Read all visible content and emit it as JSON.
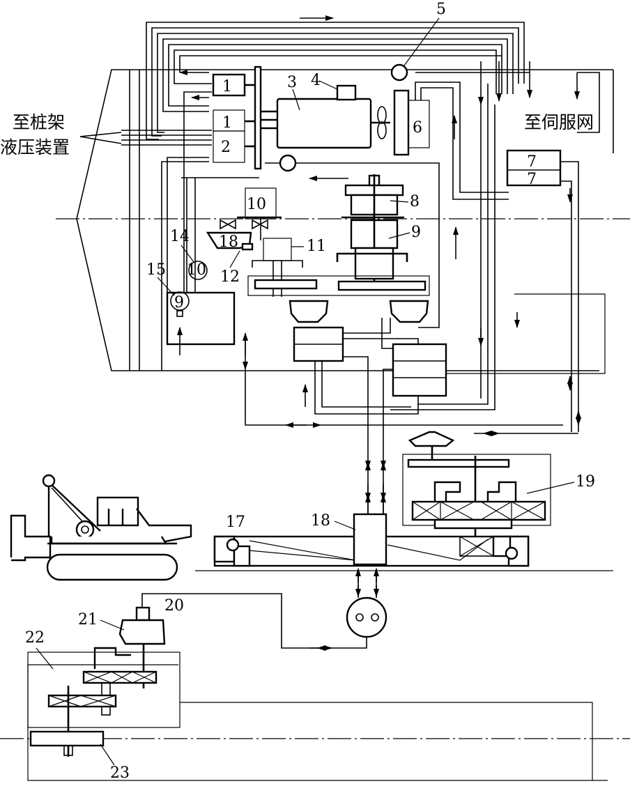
{
  "labels": {
    "pile_frame": [
      "至桩架",
      "液压装置"
    ],
    "servo": "至伺服网"
  },
  "numbers": {
    "n1a": "1",
    "n1b": "1",
    "n2": "2",
    "n3": "3",
    "n4": "4",
    "n5": "5",
    "n6": "6",
    "n7a": "7",
    "n7b": "7",
    "n8": "8",
    "n9": "9",
    "n9b": "9",
    "n10": "10",
    "n10b": "10",
    "n11": "11",
    "n12": "12",
    "n14": "14",
    "n15": "15",
    "n17": "17",
    "n18": "18",
    "n18b": "18",
    "n19": "19",
    "n20": "20",
    "n21": "21",
    "n22": "22",
    "n23": "23"
  },
  "icons": [
    "crawler-crane-icon",
    "gearbox-icon",
    "slewing-ring-icon",
    "hydraulic-motor-icon",
    "fan-icon"
  ]
}
